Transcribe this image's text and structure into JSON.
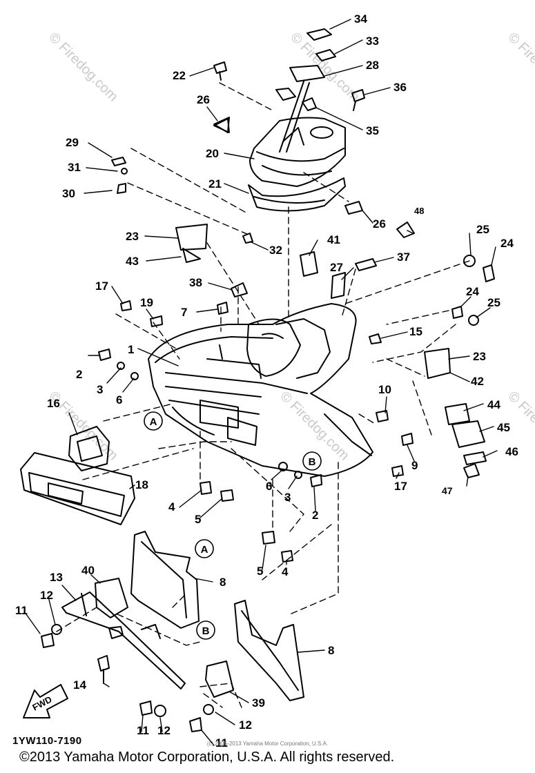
{
  "diagram": {
    "figure_code": "1YW110-7190",
    "small_copyright": "(c) 2005-2013 Yamaha Motor Corporation, U.S.A.",
    "copyright": "©2013 Yamaha Motor Corporation, U.S.A. All rights reserved.",
    "watermark": "© Firedog.com",
    "fwd_label": "FWD",
    "callouts": [
      "A",
      "B"
    ],
    "part_numbers": [
      "1",
      "2",
      "3",
      "4",
      "5",
      "6",
      "7",
      "8",
      "9",
      "10",
      "11",
      "12",
      "13",
      "14",
      "15",
      "16",
      "17",
      "18",
      "19",
      "20",
      "21",
      "22",
      "23",
      "24",
      "25",
      "26",
      "27",
      "28",
      "29",
      "30",
      "31",
      "32",
      "33",
      "34",
      "35",
      "36",
      "37",
      "38",
      "39",
      "40",
      "41",
      "42",
      "43",
      "44",
      "45",
      "46",
      "47",
      "48"
    ]
  }
}
